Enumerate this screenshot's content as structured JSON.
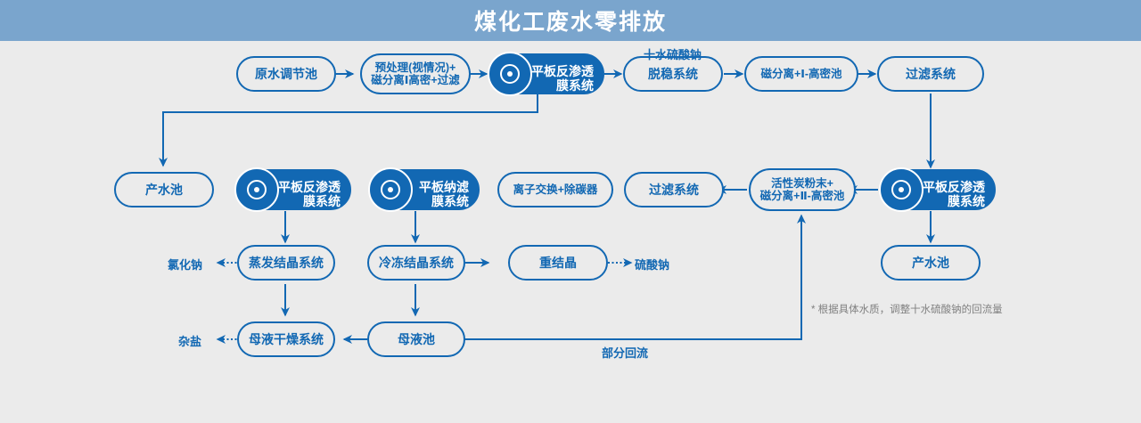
{
  "header": {
    "title": "煤化工废水零排放",
    "bg": "#7aa5cd",
    "text_color": "#ffffff"
  },
  "theme": {
    "accent": "#1268b3",
    "background": "#ebebeb",
    "note_color": "#808080"
  },
  "diagram": {
    "nodes": [
      {
        "id": "raw-water-tank",
        "label": "原水调节池",
        "style": "outline"
      },
      {
        "id": "pretreatment",
        "label_line1": "预处理(视情况)+",
        "label_line2": "磁分离Ⅰ高密+过滤",
        "style": "outline"
      },
      {
        "id": "ro-membrane-1",
        "label_line1": "平板反渗透",
        "label_line2": "膜系统",
        "style": "filled",
        "icon": "membrane-icon"
      },
      {
        "id": "destabilization",
        "label": "脱稳系统",
        "style": "outline"
      },
      {
        "id": "magnetic-sep-1",
        "label": "磁分离+Ⅰ-高密池",
        "style": "outline"
      },
      {
        "id": "filtration-1",
        "label": "过滤系统",
        "style": "outline"
      },
      {
        "id": "product-water-tank-1",
        "label": "产水池",
        "style": "outline"
      },
      {
        "id": "ro-membrane-2",
        "label_line1": "平板反渗透",
        "label_line2": "膜系统",
        "style": "filled",
        "icon": "membrane-icon"
      },
      {
        "id": "nf-membrane",
        "label_line1": "平板纳滤",
        "label_line2": "膜系统",
        "style": "filled",
        "icon": "membrane-icon"
      },
      {
        "id": "ion-exchange",
        "label": "离子交换+除碳器",
        "style": "outline"
      },
      {
        "id": "filtration-2",
        "label": "过滤系统",
        "style": "outline"
      },
      {
        "id": "magnetic-sep-2",
        "label_line1": "活性炭粉末+",
        "label_line2": "磁分离+Ⅱ-高密池",
        "style": "outline"
      },
      {
        "id": "ro-membrane-3",
        "label_line1": "平板反渗透",
        "label_line2": "膜系统",
        "style": "filled",
        "icon": "membrane-icon"
      },
      {
        "id": "product-water-tank-2",
        "label": "产水池",
        "style": "outline"
      },
      {
        "id": "evaporation-crystallizer",
        "label": "蒸发结晶系统",
        "style": "outline"
      },
      {
        "id": "freeze-crystallizer",
        "label": "冷冻结晶系统",
        "style": "outline"
      },
      {
        "id": "recrystallization",
        "label": "重结晶",
        "style": "outline"
      },
      {
        "id": "mother-liquor-dryer",
        "label": "母液干燥系统",
        "style": "outline"
      },
      {
        "id": "mother-liquor-tank",
        "label": "母液池",
        "style": "outline"
      }
    ],
    "labels": {
      "sodium_sulfate_decahydrate": "十水硫酸钠",
      "sodium_chloride": "氯化钠",
      "sodium_sulfate": "硫酸钠",
      "mixed_salt": "杂盐",
      "partial_reflux": "部分回流"
    },
    "note": "* 根据具体水质，调整十水硫酸钠的回流量"
  }
}
